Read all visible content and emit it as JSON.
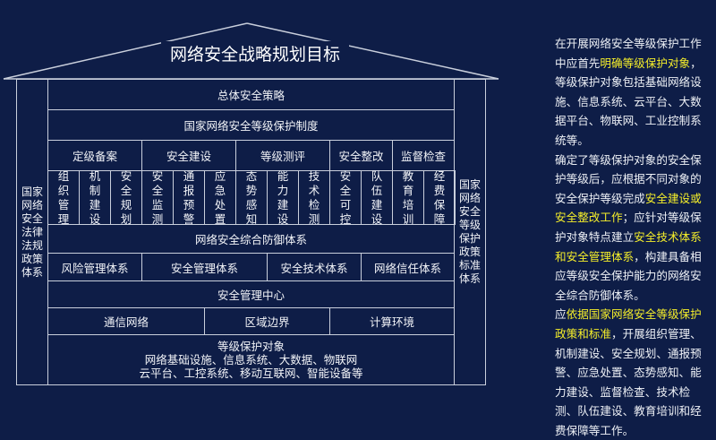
{
  "title": "网络安全战略规划目标",
  "left_pillar": "国家网络安全法律法规政策体系",
  "right_pillar": "国家网络安全等级保护政策标准体系",
  "row1": "总体安全策略",
  "row2": "国家网络安全等级保护制度",
  "categories": [
    "定级备案",
    "安全建设",
    "等级测评",
    "安全整改",
    "监督检查"
  ],
  "items": [
    "组织管理",
    "机制建设",
    "安全规划",
    "安全监测",
    "通报预警",
    "应急处置",
    "态势感知",
    "能力建设",
    "技术检测",
    "安全可控",
    "队伍建设",
    "教育培训",
    "经费保障"
  ],
  "defense": "网络安全综合防御体系",
  "systems": [
    "风险管理体系",
    "安全管理体系",
    "安全技术体系",
    "网络信任体系"
  ],
  "center": "安全管理中心",
  "network": [
    "通信网络",
    "区域边界",
    "计算环境"
  ],
  "base": {
    "title": "等级保护对象",
    "line1": "网络基础设施、信息系统、大数据、物联网",
    "line2": "云平台、工控系统、移动互联网、智能设备等"
  },
  "paragraphs": [
    {
      "a": "在开展网络安全等级保护工作中应首先",
      "h1": "明确等级保护对象",
      "b": "，等级保护对象包括基础网络设施、信息系统、云平台、大数据平台、物联网、工业控制系统等。"
    },
    {
      "a": "确定了等级保护对象的安全保护等级后，应根据不同对象的安全保护等级完成",
      "h1": "安全建设或安全整改工作",
      "b": "；应针对等级保护对象特点建立",
      "h2": "安全技术体系和安全管理体系",
      "c": "，构建具备相应等级安全保护能力的网络安全综合防御体系。"
    },
    {
      "a": "应",
      "h1": "依据国家网络安全等级保护政策和标准",
      "b": "，开展组织管理、机制建设、安全规划、通报预警、应急处置、态势感知、能力建设、监督检查、技术检测、队伍建设、教育培训和经费保障等工作。"
    }
  ]
}
